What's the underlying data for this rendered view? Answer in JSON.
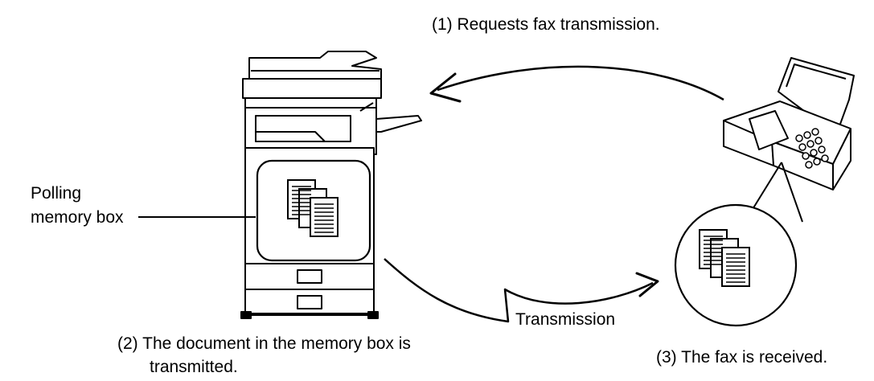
{
  "labels": {
    "request": "(1) Requests fax transmission.",
    "polling_line1": "Polling",
    "polling_line2": "memory box",
    "transmission": "Transmission",
    "document_line1": "(2) The document in the memory box is",
    "document_line2": "transmitted.",
    "received": "(3) The fax is received."
  },
  "icons": {
    "mfp": "multifunction-printer-icon",
    "fax": "fax-machine-icon",
    "documents": "document-stack-icon"
  }
}
